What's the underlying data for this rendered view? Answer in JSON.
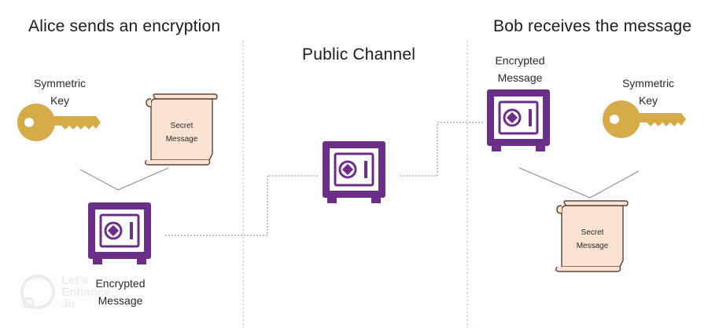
{
  "sections": {
    "alice_title": "Alice sends an encryption",
    "channel_title": "Public Channel",
    "bob_title": "Bob receives the message"
  },
  "alice": {
    "key_label_line1": "Symmetric",
    "key_label_line2": "Key",
    "scroll_line1": "Secret",
    "scroll_line2": "Message",
    "safe_label_line1": "Encrypted",
    "safe_label_line2": "Message"
  },
  "bob": {
    "safe_label_line1": "Encrypted",
    "safe_label_line2": "Message",
    "key_label_line1": "Symmetric",
    "key_label_line2": "Key",
    "scroll_line1": "Secret",
    "scroll_line2": "Message"
  },
  "watermark": {
    "line1": "Let's",
    "line2": "Enhance",
    "line3": ".io"
  },
  "colors": {
    "safe_purple": "#6b2f8a",
    "key_gold": "#d4ab47",
    "scroll_fill": "#fbe2d2",
    "scroll_outline": "#5a4636",
    "divider": "#cfa7a0",
    "connector": "#8a8a8a"
  },
  "icons": {
    "key": "key-icon",
    "safe": "safe-icon",
    "scroll": "scroll-icon"
  }
}
